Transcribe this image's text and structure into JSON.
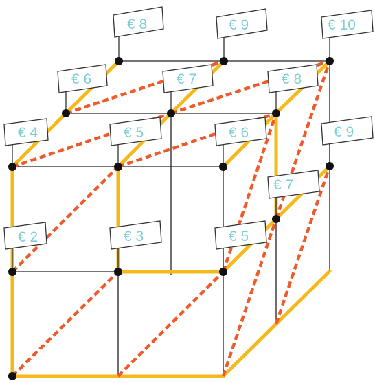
{
  "colors": {
    "frame": "#222222",
    "gold_path": "#f6b91b",
    "dashed_path": "#ee5a2c",
    "node": "#111111",
    "label_text": "#7ccfd4",
    "flag_border": "#333333"
  },
  "price_labels": [
    {
      "id": "front-bottom-left",
      "text": "€ 2"
    },
    {
      "id": "front-bottom-middle",
      "text": "€ 3"
    },
    {
      "id": "front-bottom-right",
      "text": "€ 5"
    },
    {
      "id": "front-top-left",
      "text": "€ 4"
    },
    {
      "id": "front-top-middle",
      "text": "€ 5"
    },
    {
      "id": "front-top-right",
      "text": "€ 6"
    },
    {
      "id": "middle-top-left",
      "text": "€ 6"
    },
    {
      "id": "middle-top-middle",
      "text": "€ 7"
    },
    {
      "id": "middle-top-right",
      "text": "€ 8"
    },
    {
      "id": "back-top-left",
      "text": "€ 8"
    },
    {
      "id": "back-top-middle",
      "text": "€ 9"
    },
    {
      "id": "back-top-right",
      "text": "€ 10"
    },
    {
      "id": "right-upper-back",
      "text": "€ 9"
    },
    {
      "id": "right-upper-middle",
      "text": "€ 7"
    }
  ]
}
